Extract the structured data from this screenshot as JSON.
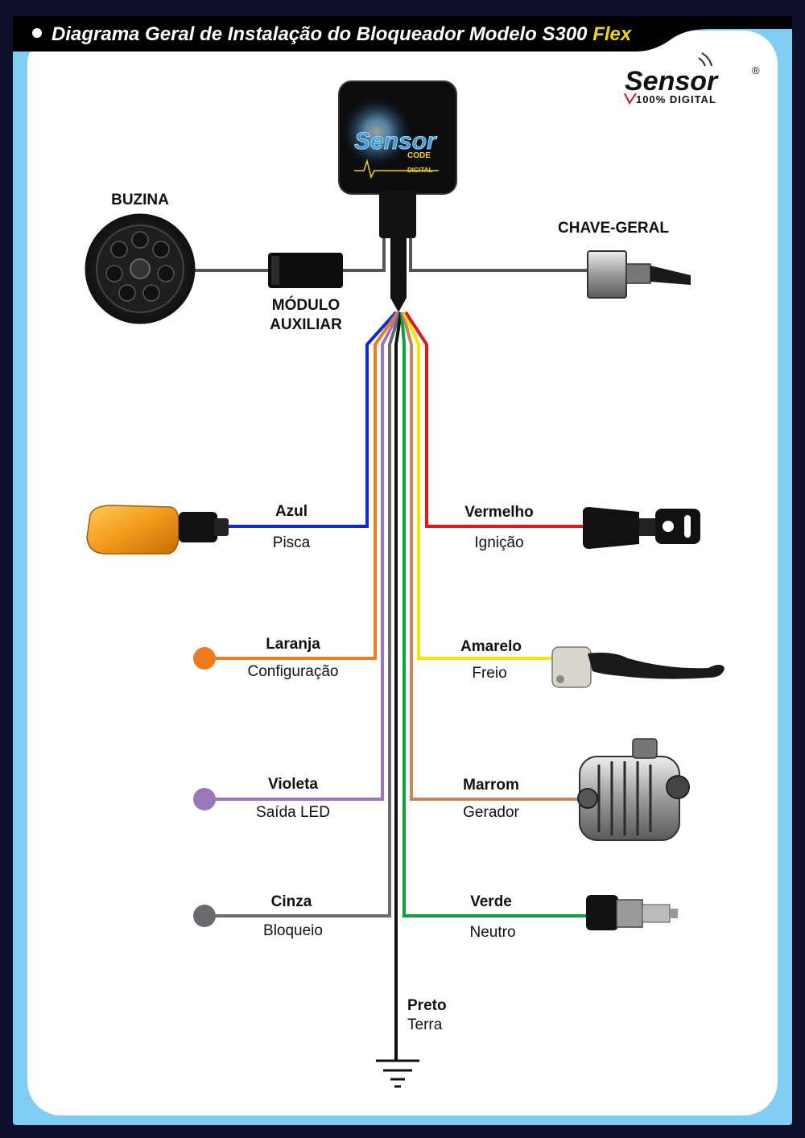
{
  "header": {
    "title": "Diagrama Geral de Instalação do Bloqueador Modelo S300",
    "title_highlight": "Flex"
  },
  "logo": {
    "brand": "Sensor",
    "tagline": "100% DIGITAL",
    "registered": "®"
  },
  "module": {
    "brand": "Sensor",
    "sub": "CODE",
    "badge": "DIGITAL"
  },
  "components": {
    "horn": "BUZINA",
    "aux_module_line1": "MÓDULO",
    "aux_module_line2": "AUXILIAR",
    "main_switch": "CHAVE-GERAL"
  },
  "wires": [
    {
      "color_name": "Azul",
      "function": "Pisca",
      "color": "#0a2bd6"
    },
    {
      "color_name": "Laranja",
      "function": "Configuração",
      "color": "#f07a1e"
    },
    {
      "color_name": "Violeta",
      "function": "Saída LED",
      "color": "#9a78b8"
    },
    {
      "color_name": "Cinza",
      "function": "Bloqueio",
      "color": "#6b6b6f"
    },
    {
      "color_name": "Vermelho",
      "function": "Ignição",
      "color": "#e3161b"
    },
    {
      "color_name": "Amarelo",
      "function": "Freio",
      "color": "#f7e600"
    },
    {
      "color_name": "Marrom",
      "function": "Gerador",
      "color": "#c8865a"
    },
    {
      "color_name": "Verde",
      "function": "Neutro",
      "color": "#10a03a"
    },
    {
      "color_name": "Preto",
      "function": "Terra",
      "color": "#111111"
    }
  ],
  "colors": {
    "frame": "#0d0f2a",
    "panel_border": "#7fcdf3",
    "panel": "#ffffff",
    "accent": "#f4d60a"
  }
}
